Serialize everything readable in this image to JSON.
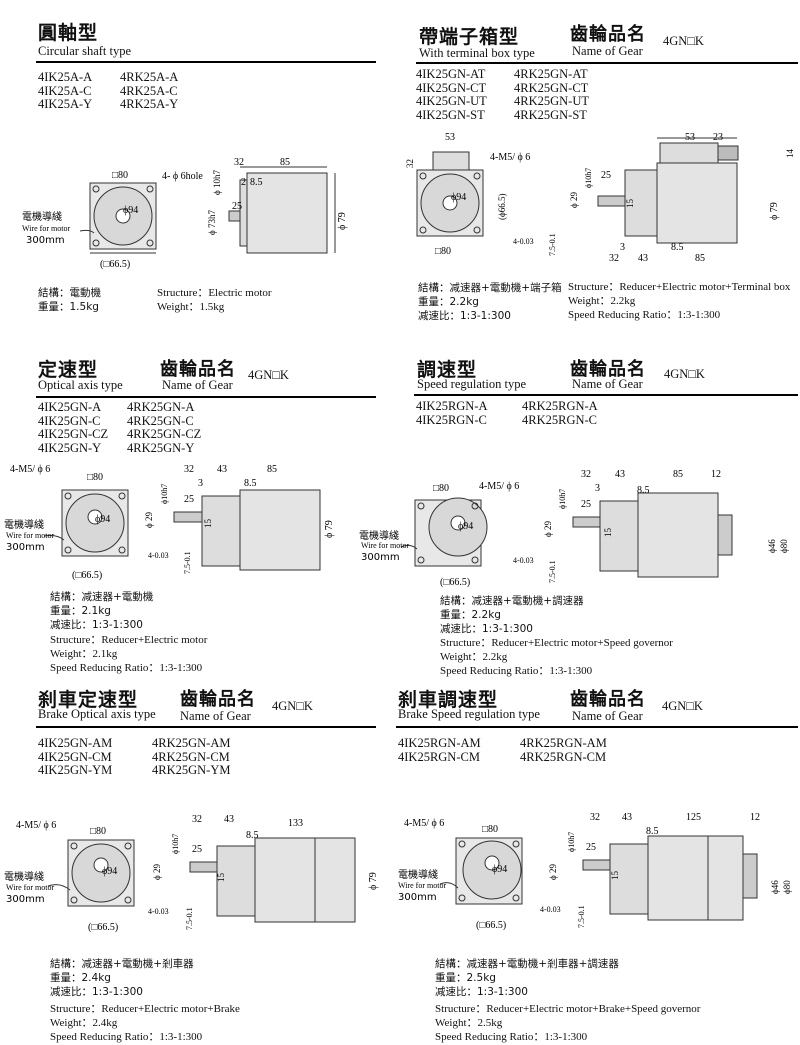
{
  "sections": {
    "circular": {
      "title_cn": "圓軸型",
      "title_en": "Circular shaft type",
      "models_left": [
        "4IK25A-A",
        "4IK25A-C",
        "4IK25A-Y"
      ],
      "models_right": [
        "4RK25A-A",
        "4RK25A-C",
        "4RK25A-Y"
      ],
      "spec_cn": [
        "結構：電動機",
        "重量：1.5kg"
      ],
      "spec_en": [
        "Structure：Electric motor",
        "Weight：1.5kg"
      ],
      "dims": {
        "sq": "□80",
        "hole": "4- ϕ 6hole",
        "d94": "ϕ94",
        "d66": "(□66.5)",
        "d10": "ϕ 10h7",
        "d73": "ϕ 73h7",
        "d79": "ϕ 79",
        "l32": "32",
        "l85": "85",
        "l2": "2",
        "l85b": "8.5",
        "l25": "25",
        "wire_cn": "電機導綫",
        "wire_en": "Wire for motor",
        "wire_len": "300mm"
      }
    },
    "terminal": {
      "title_cn": "帶端子箱型",
      "title_en": "With terminal box  type",
      "gear_cn": "齒輪品名",
      "gear_en": "Name of Gear",
      "gear_code": "4GN□K",
      "models_left": [
        "4IK25GN-AT",
        "4IK25GN-CT",
        "4IK25GN-UT",
        "4IK25GN-ST"
      ],
      "models_right": [
        "4RK25GN-AT",
        "4RK25GN-CT",
        "4RK25GN-UT",
        "4RK25GN-ST"
      ],
      "spec_cn": [
        "結構：减速器+電動機+端子箱",
        "重量：2.2kg",
        "减速比：1:3-1:300"
      ],
      "spec_en": [
        "Structure：Reducer+Electric motor+Terminal box",
        "Weight：2.2kg",
        "Speed Reducing Ratio：1:3-1:300"
      ],
      "dims": {
        "l53": "53",
        "l32v": "32",
        "m5": "4-M5/ ϕ 6",
        "d94": "ϕ94",
        "d66": "(ϕ66.5)",
        "sq": "□80",
        "tol": "4-0.03",
        "tol2": "7.5-0.1",
        "l53b": "53",
        "l23": "23",
        "d10": "ϕ10h7",
        "l25": "25",
        "d29": "ϕ 29",
        "l15": "15",
        "l14": "14",
        "d79": "ϕ 79",
        "l3": "3",
        "l85": "8.5",
        "l32": "32",
        "l43": "43",
        "l85b": "85"
      }
    },
    "optical": {
      "title_cn": "定速型",
      "title_en": "Optical axis type",
      "gear_cn": "齒輪品名",
      "gear_en": "Name of Gear",
      "gear_code": "4GN□K",
      "models_left": [
        "4IK25GN-A",
        "4IK25GN-C",
        "4IK25GN-CZ",
        "4IK25GN-Y"
      ],
      "models_right": [
        "4RK25GN-A",
        "4RK25GN-C",
        "4RK25GN-CZ",
        "4RK25GN-Y"
      ],
      "spec_cn": [
        "結構：减速器+電動機",
        "重量：2.1kg",
        "减速比：1:3-1:300"
      ],
      "spec_en": [
        "Structure：Reducer+Electric motor",
        "Weight：2.1kg",
        "Speed Reducing Ratio：1:3-1:300"
      ],
      "dims": {
        "m5": "4-M5/ ϕ 6",
        "sq": "□80",
        "d94": "ϕ94",
        "d66": "(□66.5)",
        "l32": "32",
        "l43": "43",
        "l85": "85",
        "l3": "3",
        "l85b": "8.5",
        "d10": "ϕ10h7",
        "l25": "25",
        "d29": "ϕ 29",
        "l15": "15",
        "d79": "ϕ 79",
        "tol": "4-0.03",
        "tol2": "7.5-0.1",
        "wire_cn": "電機導綫",
        "wire_en": "Wire for motor",
        "wire_len": "300mm"
      }
    },
    "speed": {
      "title_cn": "調速型",
      "title_en": "Speed regulation type",
      "gear_cn": "齒輪品名",
      "gear_en": "Name of Gear",
      "gear_code": "4GN□K",
      "models_left": [
        "4IK25RGN-A",
        "4IK25RGN-C"
      ],
      "models_right": [
        "4RK25RGN-A",
        "4RK25RGN-C"
      ],
      "spec_cn": [
        "結構：减速器+電動機+調速器",
        "重量：2.2kg",
        "减速比：1:3-1:300"
      ],
      "spec_en": [
        "Structure：Reducer+Electric motor+Speed governor",
        "Weight：2.2kg",
        "Speed Reducing Ratio：1:3-1:300"
      ],
      "dims": {
        "sq": "□80",
        "m5": "4-M5/ ϕ 6",
        "d94": "ϕ94",
        "d66": "(□66.5)",
        "l32": "32",
        "l43": "43",
        "l85": "85",
        "l12": "12",
        "l3": "3",
        "l85b": "8.5",
        "d10": "ϕ10h7",
        "l25": "25",
        "d29": "ϕ 29",
        "l15": "15",
        "d46": "ϕ46",
        "d80": "ϕ80",
        "tol": "4-0.03",
        "tol2": "7.5-0.1",
        "wire_cn": "電機導綫",
        "wire_en": "Wire for motor",
        "wire_len": "300mm"
      }
    },
    "brake_optical": {
      "title_cn": "刹車定速型",
      "title_en": "Brake Optical axis type",
      "gear_cn": "齒輪品名",
      "gear_en": "Name of Gear",
      "gear_code": "4GN□K",
      "models_left": [
        "4IK25GN-AM",
        "4IK25GN-CM",
        "4IK25GN-YM"
      ],
      "models_right": [
        "4RK25GN-AM",
        "4RK25GN-CM",
        "4RK25GN-YM"
      ],
      "spec_cn": [
        "結構：减速器+電動機+剎車器",
        "重量：2.4kg",
        "减速比：1:3-1:300"
      ],
      "spec_en": [
        "Structure：Reducer+Electric motor+Brake",
        "Weight：2.4kg",
        "Speed Reducing Ratio：1:3-1:300"
      ],
      "dims": {
        "m5": "4-M5/ ϕ 6",
        "sq": "□80",
        "d94": "ϕ94",
        "d66": "(□66.5)",
        "l32": "32",
        "l43": "43",
        "l133": "133",
        "l85b": "8.5",
        "d10": "ϕ10h7",
        "l25": "25",
        "d29": "ϕ 29",
        "l15": "15",
        "d79": "ϕ 79",
        "tol": "4-0.03",
        "tol2": "7.5-0.1",
        "wire_cn": "電機導綫",
        "wire_en": "Wire for motor",
        "wire_len": "300mm"
      }
    },
    "brake_speed": {
      "title_cn": "刹車調速型",
      "title_en": "Brake Speed regulation type",
      "gear_cn": "齒輪品名",
      "gear_en": "Name of Gear",
      "gear_code": "4GN□K",
      "models_left": [
        "4IK25RGN-AM",
        "4IK25RGN-CM"
      ],
      "models_right": [
        "4RK25RGN-AM",
        "4RK25RGN-CM"
      ],
      "spec_cn": [
        "結構：减速器+電動機+剎車器+調速器",
        "重量：2.5kg",
        "减速比：1:3-1:300"
      ],
      "spec_en": [
        "Structure：Reducer+Electric motor+Brake+Speed governor",
        "Weight：2.5kg",
        "Speed Reducing Ratio：1:3-1:300"
      ],
      "dims": {
        "m5": "4-M5/ ϕ 6",
        "sq": "□80",
        "d94": "ϕ94",
        "d66": "(□66.5)",
        "l32": "32",
        "l43": "43",
        "l125": "125",
        "l12": "12",
        "l85b": "8.5",
        "d10": "ϕ10h7",
        "l25": "25",
        "d29": "ϕ 29",
        "l15": "15",
        "d46": "ϕ46",
        "d80": "ϕ80",
        "tol": "4-0.03",
        "tol2": "7.5-0.1",
        "wire_cn": "電機導綫",
        "wire_en": "Wire for motor",
        "wire_len": "300mm"
      }
    }
  }
}
